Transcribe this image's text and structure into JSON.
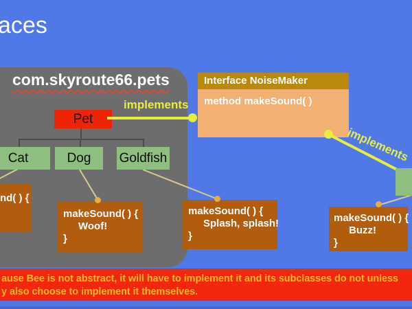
{
  "slide": {
    "title_fragment": "aces"
  },
  "package": {
    "name": "com.skyroute66.pets"
  },
  "diagram": {
    "pet": {
      "label": "Pet"
    },
    "cat": {
      "label": "Cat"
    },
    "dog": {
      "label": "Dog"
    },
    "goldfish": {
      "label": "Goldfish"
    }
  },
  "interface_box": {
    "title": "Interface NoiseMaker",
    "method": "method makeSound( )"
  },
  "connectors": {
    "implements_label_1": "implements",
    "implements_label_2": "implements"
  },
  "code_boxes": {
    "cat": {
      "line1": "nd( ) {"
    },
    "dog": {
      "line1": "makeSound( ) {",
      "line2": "Woof!",
      "line3": "}"
    },
    "goldfish": {
      "line1": "makeSound( ) {",
      "line2": "Splash, splash!",
      "line3": "}"
    },
    "bee": {
      "line1": "makeSound( ) {",
      "line2": "Buzz!",
      "line3": "}"
    }
  },
  "banner": {
    "line1": "ause Bee is not abstract, it will have to implement it and its subclasses do not unless",
    "line2": "y also choose to implement it themselves."
  },
  "colors": {
    "background": "#5079e7",
    "panel_gray": "#6d6d6d",
    "pet_red": "#ee2405",
    "class_green": "#8fbf80",
    "interface_header_gold": "#b8890b",
    "interface_body_orange": "#f2b173",
    "code_brown": "#b25c0d",
    "banner_red": "#f4270e",
    "banner_text_yellow": "#ecb922",
    "implements_yellow": "#e9ee3c",
    "connector_tan": "#d8ca8e",
    "dot_orange": "#e9ad3b"
  }
}
